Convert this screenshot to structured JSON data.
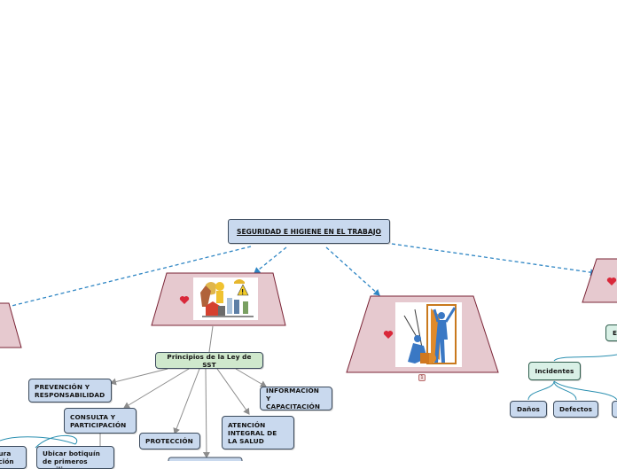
{
  "root": {
    "label": "SEGURIDAD E HIGIENE EN EL TRABAJO"
  },
  "principles": {
    "title": "Principios de la Ley de SST",
    "items": [
      "PREVENCIÓN Y RESPONSABILIDAD",
      "CONSULTA Y PARTICIPACIÓN",
      "PROTECCIÓN",
      "INFORMACIÓN Y CAPACITACIÓN",
      "ATENCIÓN INTEGRAL DE LA SALUD"
    ]
  },
  "lower_left": {
    "items": [
      "gura ución",
      "Ubicar botiquín de primeros auxilios"
    ]
  },
  "right_branch": {
    "partial_label": "E",
    "incidentes": "Incidentes",
    "children": [
      "Daños",
      "Defectos"
    ]
  },
  "badge": {
    "label": "1"
  },
  "icons": [
    "heart-icon",
    "heart-icon",
    "heart-icon"
  ],
  "colors": {
    "trapezoid_fill": "#e6c9cf",
    "trapezoid_stroke": "#7a2436",
    "dashed_line": "#2f86c4",
    "solid_line": "#8c8c8c",
    "teal_line": "#2a8fb0",
    "node_fill": "#c9d9ee",
    "green_fill": "#cfe8cc",
    "heart": "#d9283a"
  }
}
